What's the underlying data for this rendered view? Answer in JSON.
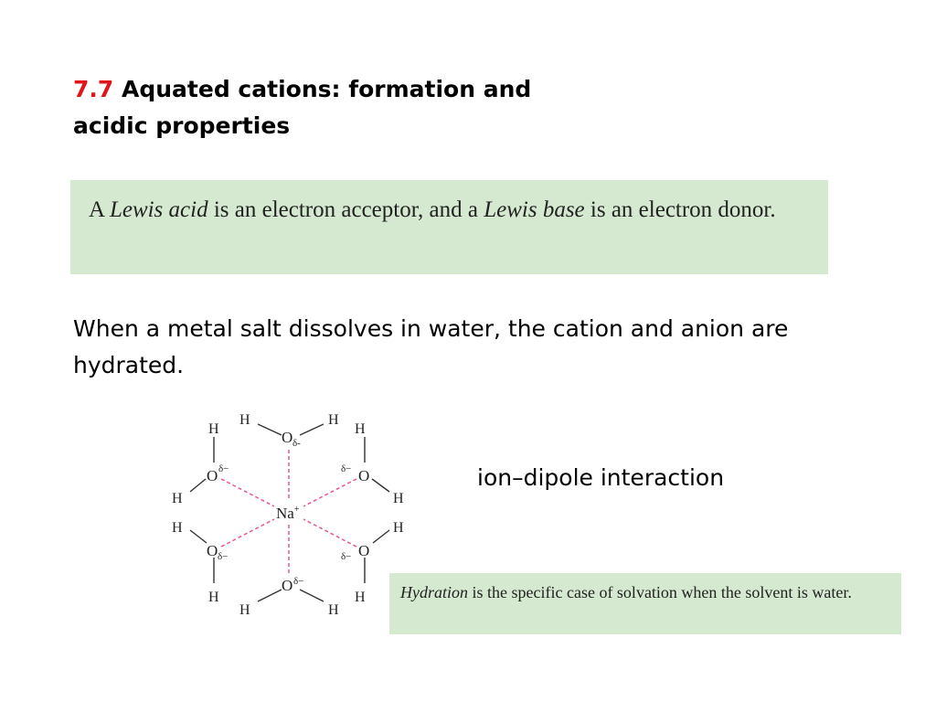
{
  "slide": {
    "title_number": "7.7",
    "title_text": "Aquated cations: formation and acidic properties",
    "definition": {
      "part1": "A ",
      "term1": "Lewis acid",
      "part2": " is an electron acceptor, and a ",
      "term2": "Lewis base",
      "part3": " is an electron donor."
    },
    "body_text": "When a metal salt dissolves in water, the cation and anion are hydrated.",
    "diagram": {
      "center_ion": "Na",
      "center_charge": "+",
      "oxygen": "O",
      "hydrogen": "H",
      "delta_minus": "δ−",
      "delta_minus_top": "δ-"
    },
    "interaction_label": "ion–dipole interaction",
    "hydration_note": {
      "term": "Hydration",
      "rest": " is the specific case of solvation when the solvent is water."
    },
    "colors": {
      "title_number": "#e3131b",
      "box_background": "#d4e9cf",
      "interaction_line": "#e8559a"
    }
  }
}
